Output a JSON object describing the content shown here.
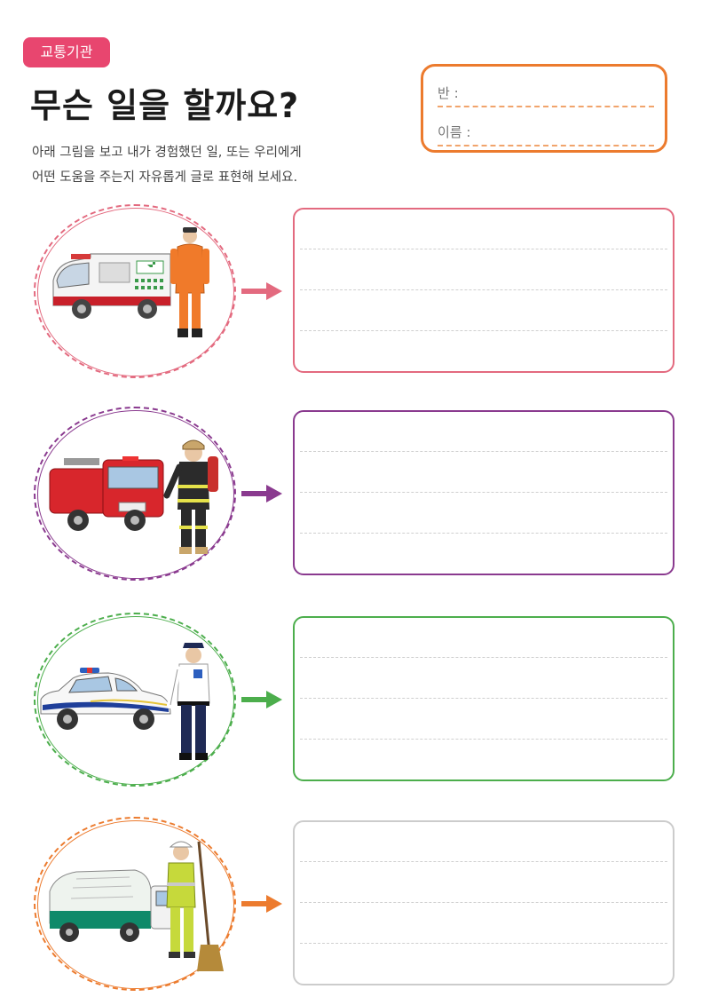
{
  "header": {
    "tag_label": "교통기관",
    "title": "무슨 일을 할까요?",
    "instructions": [
      "아래 그림을 보고 내가 경험했던 일, 또는 우리에게",
      "어떤 도움을 주는지 자유롭게 글로 표현해 보세요."
    ]
  },
  "name_box": {
    "class_label": "반 :",
    "name_label": "이름 :"
  },
  "rows": [
    {
      "vehicle": "ambulance",
      "worker": "paramedic",
      "color": "#e36a7f"
    },
    {
      "vehicle": "fire-truck",
      "worker": "firefighter",
      "color": "#8a3a8f"
    },
    {
      "vehicle": "police-car",
      "worker": "police-officer",
      "color": "#4cae4c"
    },
    {
      "vehicle": "garbage-truck",
      "worker": "street-cleaner",
      "color": "#ec7b2e"
    }
  ],
  "colors": {
    "tag_bg": "#e8466f",
    "name_box_border": "#ec7b2e",
    "last_write_box_border": "#cccccc"
  }
}
